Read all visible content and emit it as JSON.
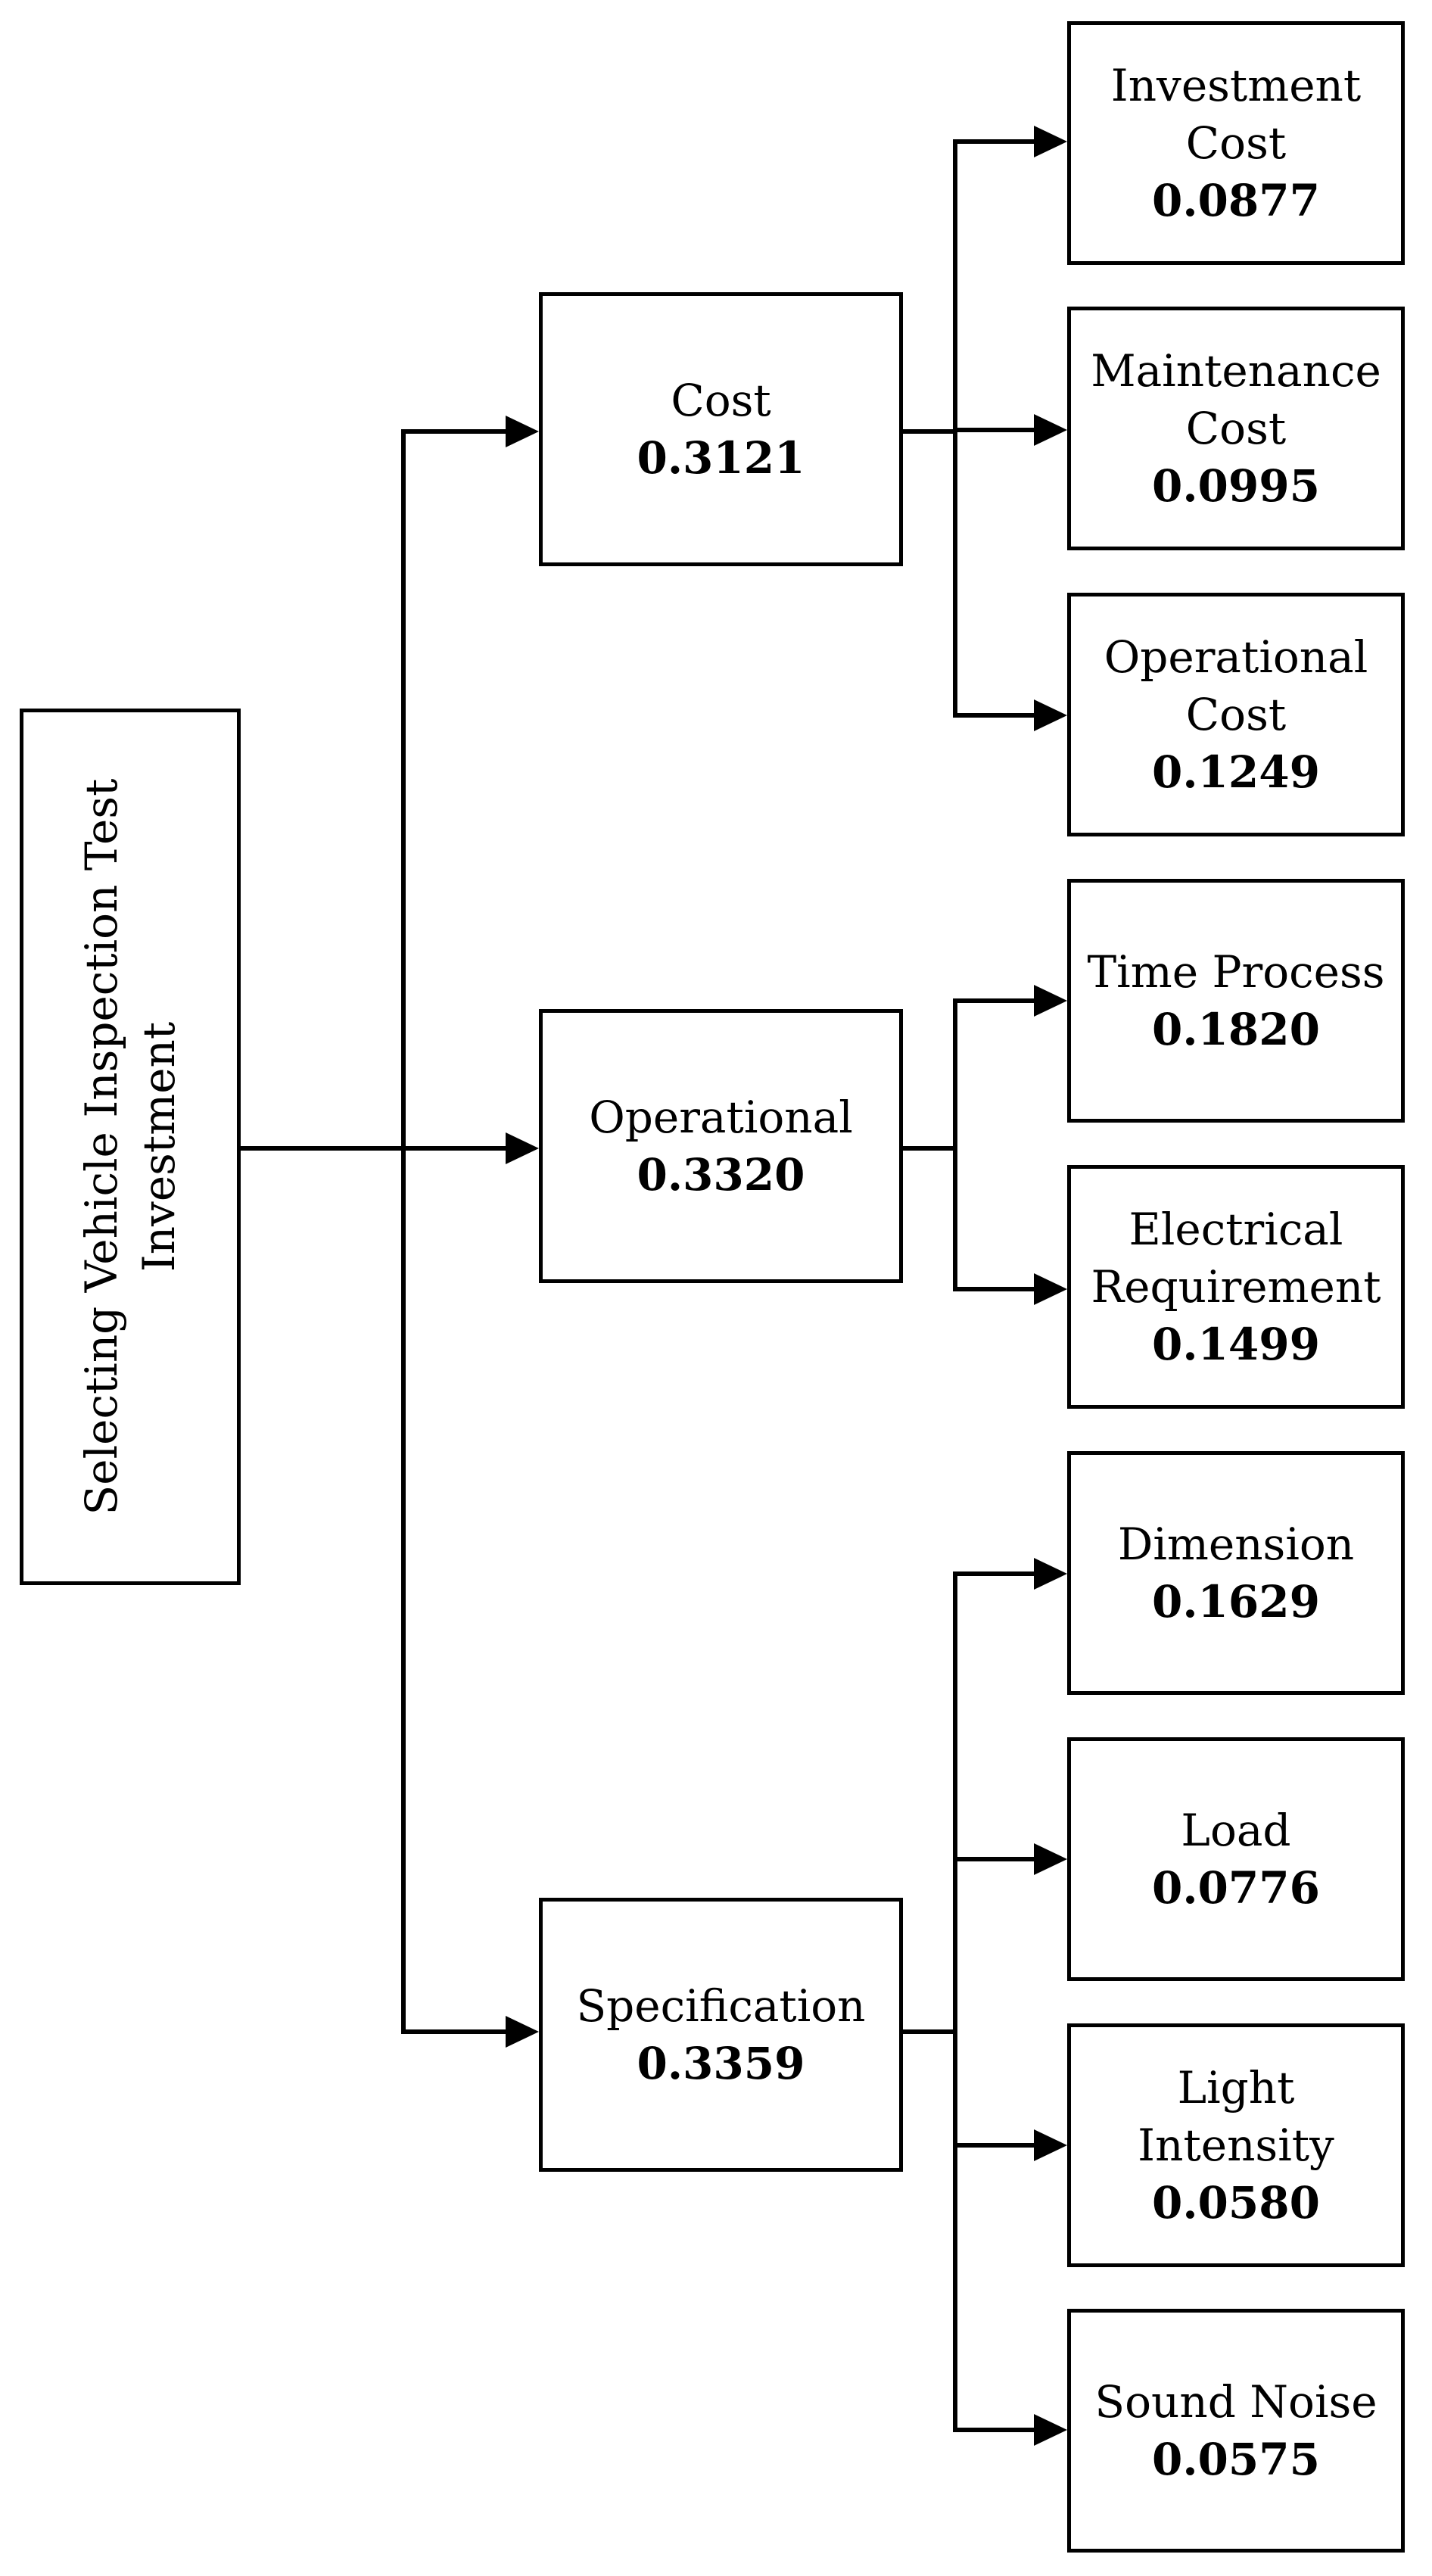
{
  "root": {
    "label": "Selecting Vehicle Inspection Test\nInvestment"
  },
  "criteria": [
    {
      "label": "Cost",
      "weight": "0.3121",
      "sub": [
        {
          "label": "Investment\nCost",
          "weight": "0.0877"
        },
        {
          "label": "Maintenance\nCost",
          "weight": "0.0995"
        },
        {
          "label": "Operational\nCost",
          "weight": "0.1249"
        }
      ]
    },
    {
      "label": "Operational",
      "weight": "0.3320",
      "sub": [
        {
          "label": "Time Process",
          "weight": "0.1820"
        },
        {
          "label": "Electrical\nRequirement",
          "weight": "0.1499"
        }
      ]
    },
    {
      "label": "Specification",
      "weight": "0.3359",
      "sub": [
        {
          "label": "Dimension",
          "weight": "0.1629"
        },
        {
          "label": "Load",
          "weight": "0.0776"
        },
        {
          "label": "Light\nIntensity",
          "weight": "0.0580"
        },
        {
          "label": "Sound Noise",
          "weight": "0.0575"
        }
      ]
    }
  ]
}
